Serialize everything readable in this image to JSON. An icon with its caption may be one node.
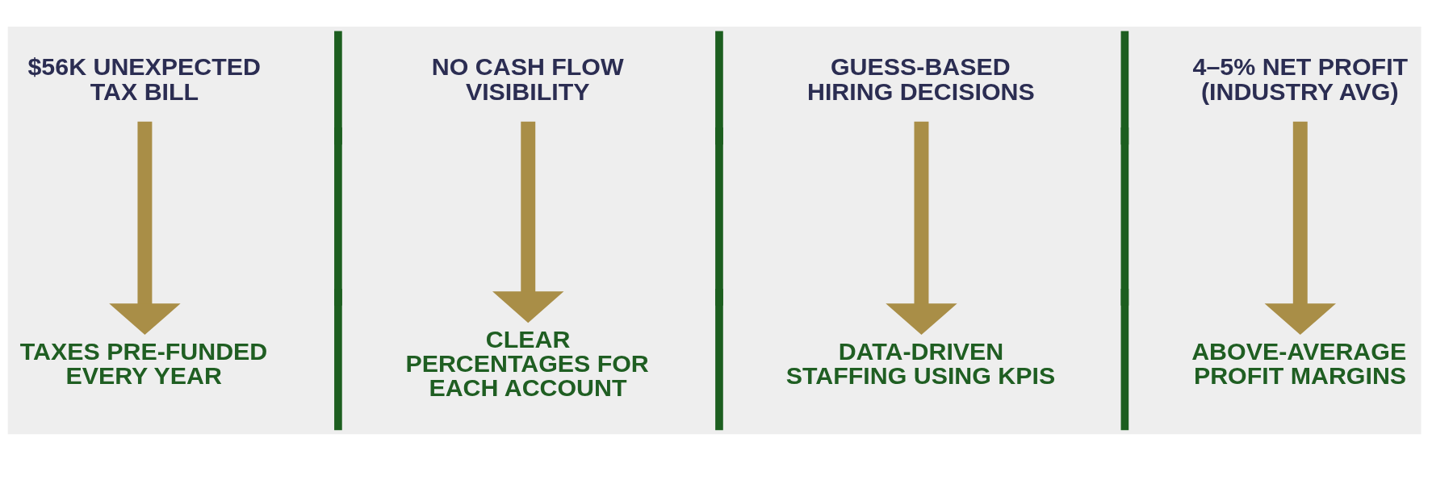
{
  "diagram": {
    "nodes": [
      {
        "text": [
          "$56K UNEXPECTED TAX BILL"
        ]
      },
      {
        "text": [
          "TAXES PRE-FUNDED EVERY YEAR"
        ]
      },
      {
        "text": [
          "NO CASH FLOW VISIBILITY"
        ]
      },
      {
        "text": [
          "CLEAR PERCENTAGES FOR EACH ACCOUNT"
        ]
      },
      {
        "text": [
          "GUESS-BASED HIRING DECISIONS"
        ]
      },
      {
        "text": [
          "DATA-DRIVEN STAFFING USING KPIS"
        ]
      },
      {
        "text": [
          "4–5% NET PROFIT (INDUSTRY AVG)"
        ]
      },
      {
        "text": [
          "ABOVE-AVERAGE PROFIT MARGINS"
        ]
      }
    ],
    "edges": [
      {
        "from": 0,
        "to": 1,
        "arrow": "to"
      },
      {
        "from": 2,
        "to": 3,
        "arrow": "to"
      },
      {
        "from": 4,
        "to": 5,
        "arrow": "to"
      },
      {
        "from": 6,
        "to": 7,
        "arrow": "to"
      }
    ]
  }
}
